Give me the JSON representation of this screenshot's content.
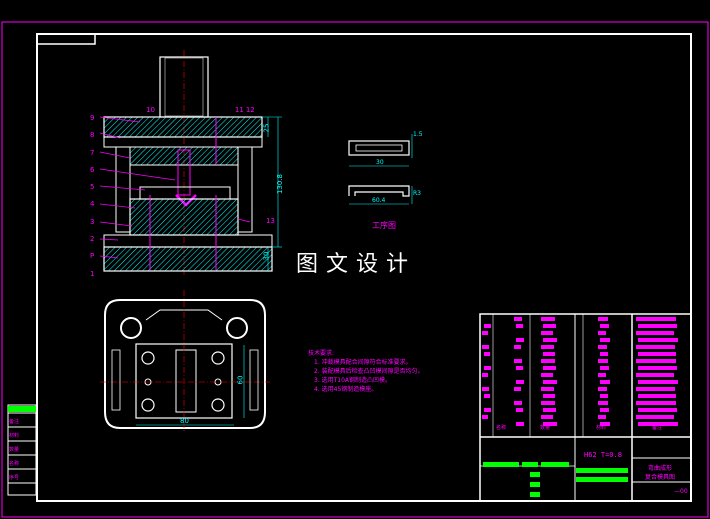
{
  "watermark": "图文设计",
  "workpiece_caption": "工序图",
  "part_numbers_left": [
    "9",
    "8",
    "7",
    "6",
    "5",
    "4",
    "3",
    "2",
    "P",
    "1"
  ],
  "part_numbers_top": [
    "10",
    "11",
    "12"
  ],
  "part_number_right": "13",
  "dimensions": {
    "total_height": "130.8",
    "upper_plate": "25",
    "lower_plate": "30",
    "plan_width": "80",
    "plan_height": "60",
    "workpiece_top": "30",
    "workpiece_width": "60.4",
    "workpiece_thickness": "1.5",
    "workpiece_note": "R3"
  },
  "tech_requirements": {
    "title": "技术要求:",
    "lines": [
      "1. 冲裁模具配合间隙符合标准要求。",
      "2. 装配模具后检查凸凹模间隙是否均匀。",
      "3. 选用T10A钢制造凸凹模。",
      "4. 选用45钢制造模座。"
    ]
  },
  "title_block": {
    "material": "H62 T=0.8",
    "name_line1": "弯曲成形",
    "name_line2": "复合模具图",
    "sheet": "—00",
    "col_labels": [
      "名称",
      "数量",
      "材料",
      "备注"
    ]
  },
  "left_strip": [
    "备注",
    "材料",
    "数量",
    "名称",
    "序号"
  ],
  "colors": {
    "background": "#000000",
    "frame": "#ffffff",
    "cyan": "#00ffff",
    "green": "#00ff00",
    "magenta": "#ff00ff",
    "red": "#ff0000",
    "yellow": "#ffff00"
  }
}
